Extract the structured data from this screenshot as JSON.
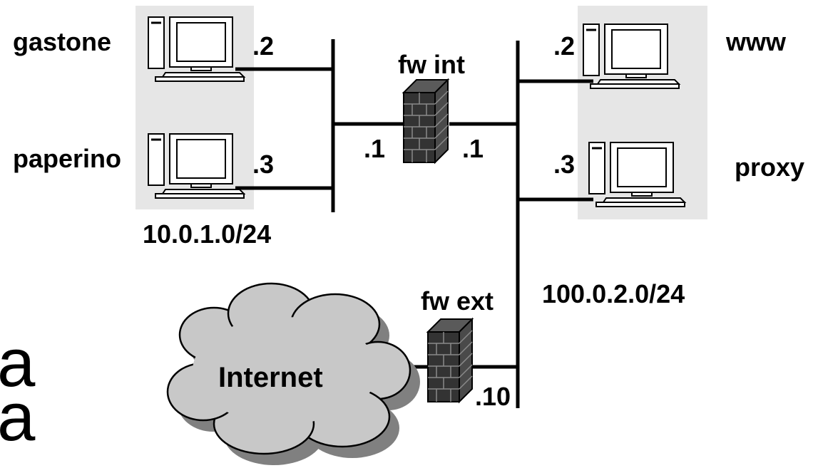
{
  "hosts": {
    "gastone": {
      "name": "gastone",
      "octet": ".2"
    },
    "paperino": {
      "name": "paperino",
      "octet": ".3"
    },
    "www": {
      "name": "www",
      "octet": ".2"
    },
    "proxy": {
      "name": "proxy",
      "octet": ".3"
    }
  },
  "firewalls": {
    "internal": {
      "name": "fw int",
      "left_octet": ".1",
      "right_octet": ".1"
    },
    "external": {
      "name": "fw ext",
      "octet": ".10"
    }
  },
  "networks": {
    "internal_subnet": "10.0.1.0/24",
    "dmz_subnet": "100.0.2.0/24",
    "internet": "Internet"
  },
  "partial_text": {
    "line1": "a",
    "line2": "a"
  },
  "colors": {
    "host_panel": "#e6e6e6",
    "cloud_fill": "#c8c8c8",
    "cloud_shadow": "#808080",
    "firewall_brick": "#333333",
    "line": "#000000"
  }
}
